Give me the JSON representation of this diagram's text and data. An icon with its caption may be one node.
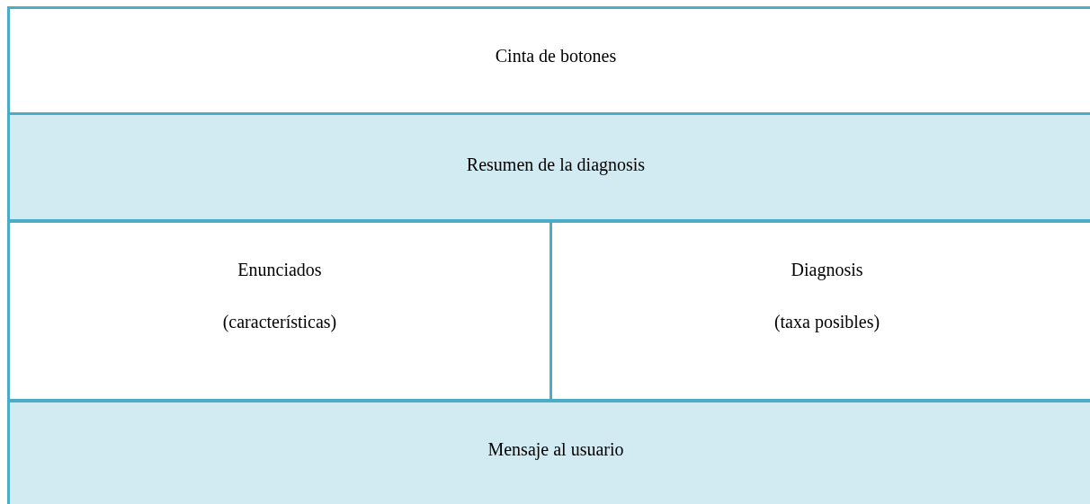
{
  "diagram": {
    "nodes": [
      {
        "text": [
          "Cinta de botones"
        ]
      },
      {
        "text": [
          "Resumen de la diagnosis"
        ]
      },
      {
        "text": [
          "Enunciados",
          "(características)"
        ]
      },
      {
        "text": [
          "Diagnosis",
          "(taxa posibles)"
        ]
      },
      {
        "text": [
          "Mensaje al usuario"
        ]
      }
    ]
  }
}
